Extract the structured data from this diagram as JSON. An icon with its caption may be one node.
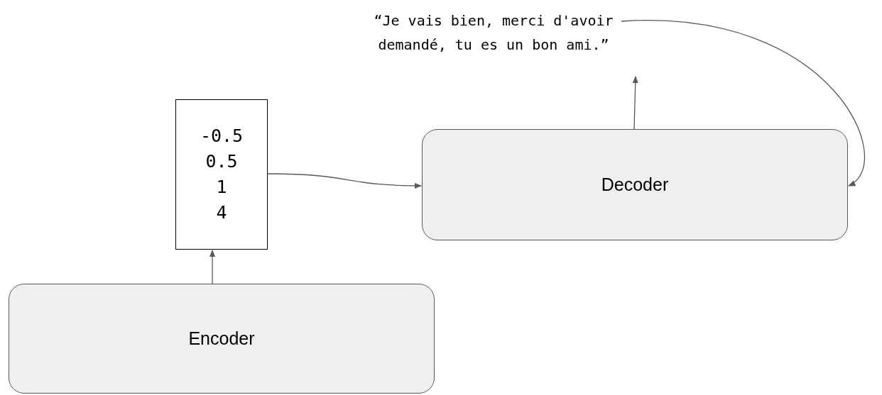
{
  "diagram": {
    "nodes": [
      {
        "text": [
          "Encoder"
        ]
      },
      {
        "text": [
          "-0.5",
          "0.5",
          "1",
          "4"
        ]
      },
      {
        "text": [
          "Decoder"
        ]
      },
      {
        "text": [
          "“Je vais bien, merci d'avoir demandé, tu es un bon ami.”"
        ]
      }
    ],
    "edges": [
      {
        "from": 0,
        "to": 1,
        "arrow": "to"
      },
      {
        "from": 1,
        "to": 2,
        "arrow": "to"
      },
      {
        "from": 2,
        "to": 3,
        "arrow": "to"
      },
      {
        "from": 3,
        "to": 2,
        "arrow": "to"
      }
    ]
  }
}
